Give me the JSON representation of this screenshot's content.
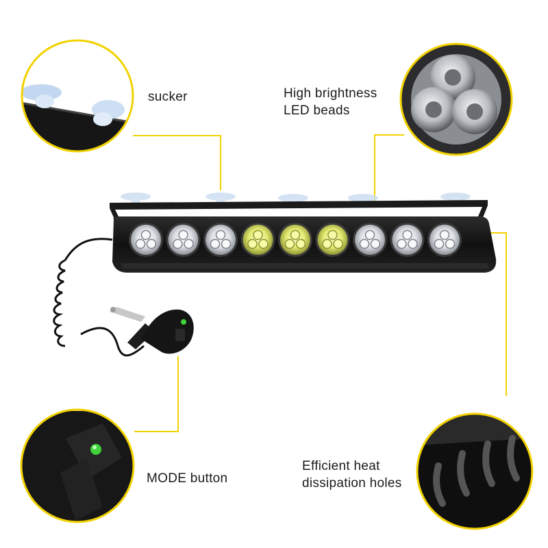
{
  "callouts": {
    "sucker": {
      "label": "sucker"
    },
    "led_beads": {
      "line1": "High brightness",
      "line2": "LED beads"
    },
    "mode_button": {
      "label": "MODE button"
    },
    "heat_holes": {
      "line1": "Efficient heat",
      "line2": "dissipation holes"
    }
  },
  "colors": {
    "callout_ring": "#f2d200",
    "leader_line": "#f2d200",
    "led_white": "#e8eaee",
    "led_yellow": "#dfe86a",
    "housing": "#141414",
    "mode_indicator": "#3fd23a"
  },
  "product": {
    "led_modules": [
      "white",
      "white",
      "white",
      "yellow",
      "yellow",
      "yellow",
      "white",
      "white",
      "white"
    ]
  }
}
